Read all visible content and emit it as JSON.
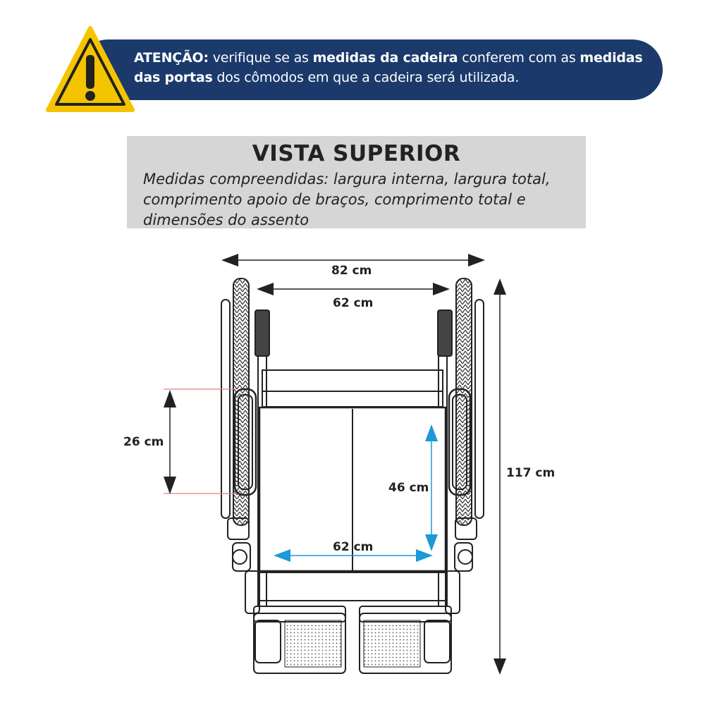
{
  "warning": {
    "icon": "warning-triangle-icon",
    "prefix": "ATENÇÃO:",
    "part1": " verifique se as ",
    "bold1": "medidas da cadeira",
    "part2": " conferem com as ",
    "bold2": "medidas das portas",
    "part3": " dos cômodos em que a cadeira será utilizada."
  },
  "header": {
    "title": "VISTA SUPERIOR",
    "subtitle": "Medidas compreendidas: largura interna, largura total, comprimento apoio de braços, comprimento total e dimensões do assento"
  },
  "dimensions": {
    "total_width": "82 cm",
    "internal_width": "62 cm",
    "armrest_length": "26 cm",
    "seat_depth": "46 cm",
    "seat_width": "62 cm",
    "total_length": "117 cm"
  },
  "colors": {
    "banner": "#1b3a6b",
    "warning_yellow": "#f5c400",
    "seat_arrow": "#1a9ad6",
    "guide_line": "#e58080"
  }
}
